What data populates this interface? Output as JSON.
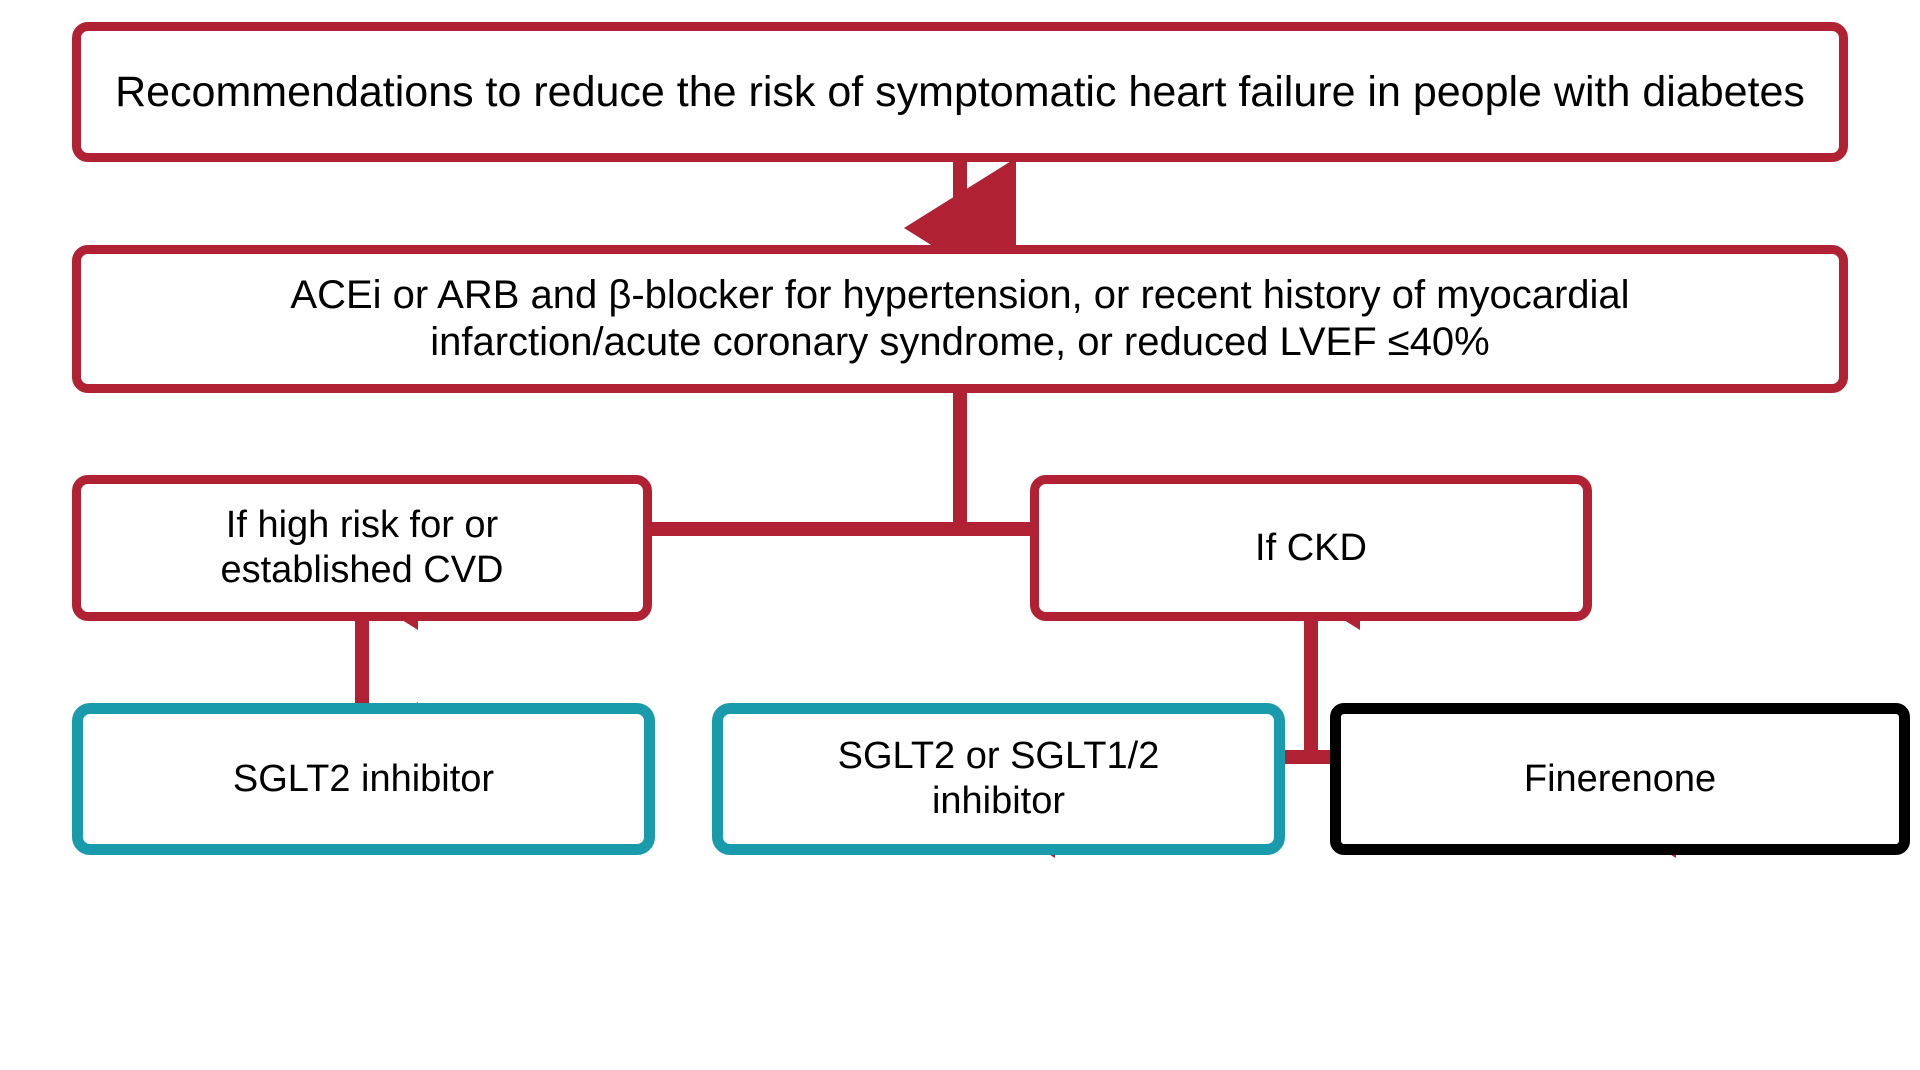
{
  "diagram": {
    "title": "Recommendations to reduce the risk of symptomatic heart failure in people with diabetes",
    "type": "flowchart",
    "colors": {
      "primary_red": "#AF2133",
      "teal": "#1A9BAB",
      "black": "#000000",
      "background": "#FFFFFF",
      "text": "#000000"
    },
    "nodes": {
      "root": {
        "label": "Recommendations to reduce the risk of symptomatic heart failure in people with diabetes",
        "border_color": "#AF2133",
        "row": 1
      },
      "therapy": {
        "label": "ACEi or ARB and β-blocker for hypertension, or recent history of myocardial\ninfarction/acute coronary syndrome, or reduced LVEF ≤40%",
        "border_color": "#AF2133",
        "row": 2
      },
      "cvd": {
        "label": "If high risk for or\nestablished CVD",
        "border_color": "#AF2133",
        "row": 3
      },
      "ckd": {
        "label": "If CKD",
        "border_color": "#AF2133",
        "row": 3
      },
      "sglt2": {
        "label": "SGLT2 inhibitor",
        "border_color": "#1A9BAB",
        "row": 4
      },
      "sglt12": {
        "label": "SGLT2 or SGLT1/2\ninhibitor",
        "border_color": "#1A9BAB",
        "row": 4
      },
      "finerenone": {
        "label": "Finerenone",
        "border_color": "#000000",
        "row": 4
      }
    },
    "edges": [
      {
        "from": "root",
        "to": "therapy",
        "style": "straight-arrow",
        "color": "#AF2133"
      },
      {
        "from": "therapy",
        "to": "cvd",
        "style": "split-arrow-left",
        "color": "#AF2133"
      },
      {
        "from": "therapy",
        "to": "ckd",
        "style": "split-arrow-right",
        "color": "#AF2133"
      },
      {
        "from": "cvd",
        "to": "sglt2",
        "style": "straight-arrow",
        "color": "#AF2133"
      },
      {
        "from": "ckd",
        "to": "sglt12",
        "style": "split-arrow-left",
        "color": "#AF2133"
      },
      {
        "from": "ckd",
        "to": "finerenone",
        "style": "split-arrow-right",
        "color": "#AF2133"
      }
    ]
  }
}
